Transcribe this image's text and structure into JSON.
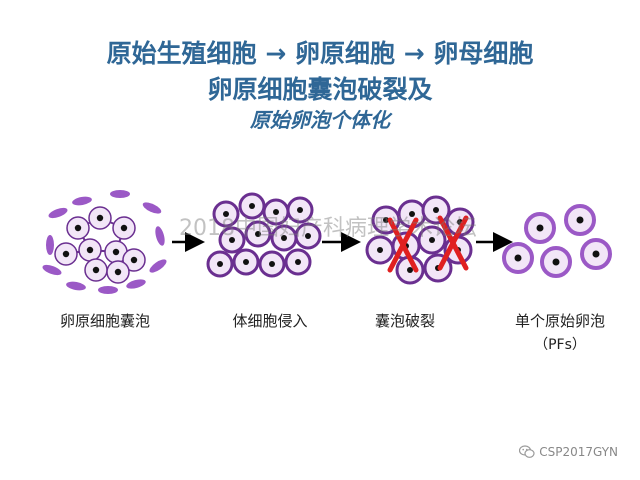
{
  "title": {
    "line1": "原始生殖细胞 → 卵原细胞 → 卵母细胞",
    "line2": "卵原细胞囊泡破裂及",
    "line3": "原始卵泡个体化"
  },
  "stages": [
    {
      "label": "卵原细胞囊泡"
    },
    {
      "label": "体细胞侵入"
    },
    {
      "label": "囊泡破裂"
    },
    {
      "label": "单个原始卵泡",
      "sublabel": "（PFs）"
    }
  ],
  "watermark": "2018中国妇产科病理学术论坛",
  "credit": "CSP2017GYN",
  "colors": {
    "title": "#2f6796",
    "purple": "#9b59c6",
    "purple_dark": "#6a2f90",
    "oocyte_fill": "#f2e6f7",
    "red_x": "#e02020"
  },
  "icons": {
    "credit_icon": "wechat-icon",
    "arrow": "arrow-right-icon"
  }
}
